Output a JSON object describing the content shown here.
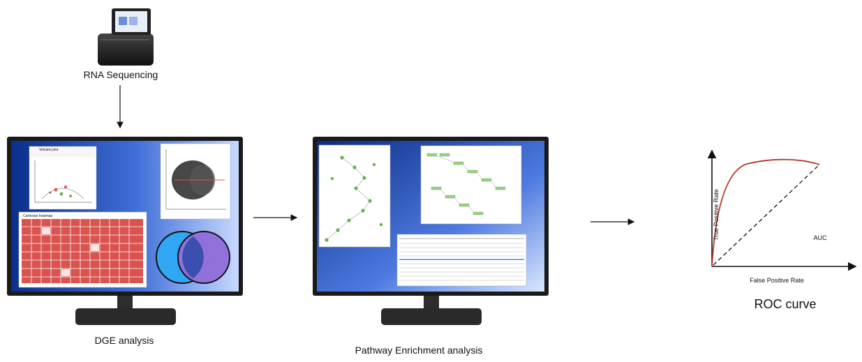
{
  "steps": {
    "rna_sequencing": "RNA Sequencing",
    "dge_analysis": "DGE analysis",
    "pathway_enrichment": "Pathway Enrichment analysis",
    "roc_curve": "ROC curve"
  },
  "dge_screen": {
    "volcano_title": "Volcano plot",
    "heatmap_title": "Cartesian heatmap"
  },
  "roc_axes": {
    "y_label": "True Positive Rate",
    "x_label": "False Positive Rate",
    "auc_label": "AUC"
  },
  "colors": {
    "screen_blue_dark": "#0a2f8c",
    "screen_blue_light": "#c8d8ff",
    "heatmap_red": "#d9534f",
    "venn_left": "#2fa8f3",
    "venn_right": "#9370db",
    "roc_curve": "#b03a2e",
    "network_green": "#6ab04c"
  }
}
